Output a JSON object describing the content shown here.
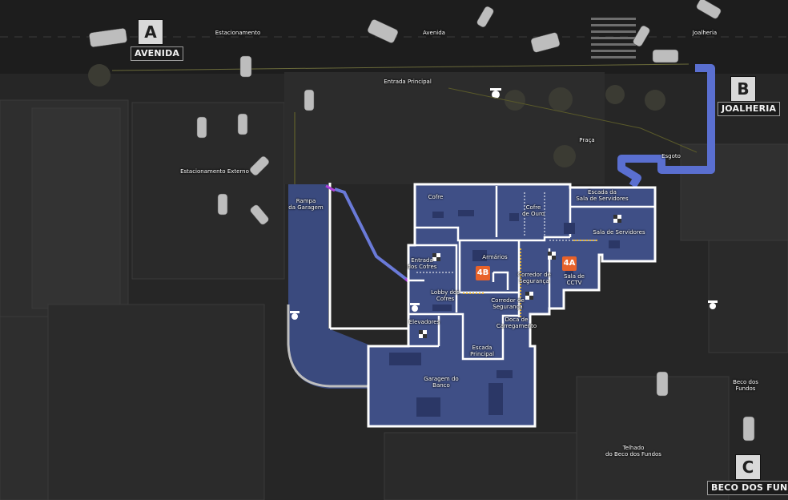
{
  "zones": {
    "a": {
      "letter": "A",
      "name": "AVENIDA"
    },
    "b": {
      "letter": "B",
      "name": "JOALHERIA"
    },
    "c": {
      "letter": "C",
      "name": "BECO DOS FUNDOS"
    }
  },
  "outdoor_labels": {
    "estacionamento": "Estacionamento",
    "avenida": "Avenida",
    "joalheria": "Joalheria",
    "entrada_principal": "Entrada Principal",
    "estacionamento_externo": "Estacionamento Externo",
    "praca": "Praça",
    "esgoto": "Esgoto",
    "rampa": "Rampa\nda Garagem",
    "beco_dos_fundos": "Beco dos Fundos",
    "telhado": "Telhado\ndo Beco dos Fundos"
  },
  "rooms": {
    "cofre": "Cofre",
    "cofre_ouro": "Cofre\nde Ouro",
    "escada_servidores": "Escada da\nSala de Servidores",
    "sala_servidores": "Sala de Servidores",
    "entrada_cofres": "Entrada\ndos Cofres",
    "armarios": "Armários",
    "corredor_seguranca_1": "Corredor de\nSegurança",
    "sala_cctv": "Sala de\nCCTV",
    "lobby_cofres": "Lobby dos\nCofres",
    "corredor_seguranca_2": "Corredor de\nSegurança",
    "elevadores": "Elevadores",
    "doca": "Doca de\nCarregamento",
    "escada_principal": "Escada\nPrincipal",
    "garagem": "Garagem do\nBanco"
  },
  "objective_sites": {
    "s4a": "4A",
    "s4b": "4B"
  },
  "colors": {
    "building_fill": "#3f4f86",
    "wall": "#ffffff",
    "sewer": "#5a6fd0",
    "site_badge": "#e8622a",
    "road": "#1c1c1c",
    "block": "#2c2c2c"
  },
  "icons": [
    "camera-icon",
    "checkered-objective-icon",
    "car-icon",
    "tree-icon"
  ]
}
